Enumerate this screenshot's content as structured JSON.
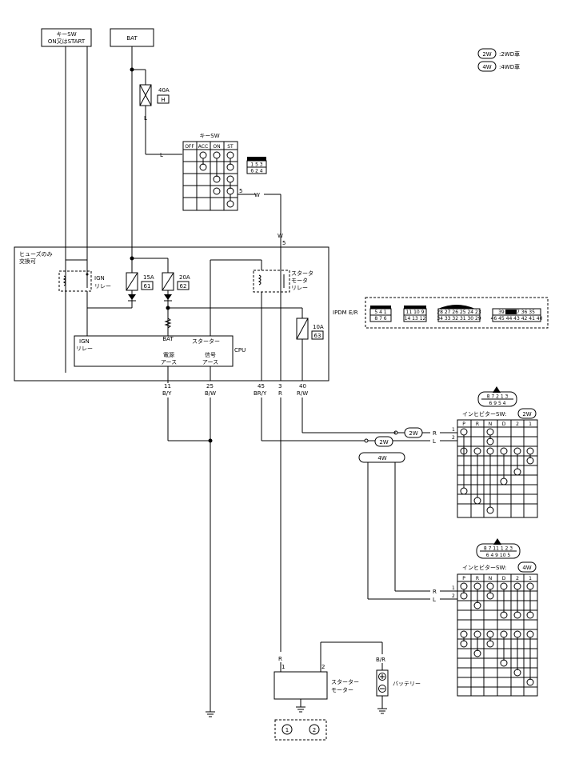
{
  "boxes": {
    "key_sw": {
      "line1": "キーSW",
      "line2": "ON又はSTART"
    },
    "bat": "BAT"
  },
  "legend": {
    "w2_badge": "2W",
    "w2_text": ":2WD車",
    "w4_badge": "4W",
    "w4_text": ":4WD車"
  },
  "fuse_40a": {
    "rating": "40A",
    "code": "H"
  },
  "wires": {
    "L1": "L",
    "L2": "L",
    "W": "W",
    "W2": "W",
    "five_a": "5",
    "five_b": "5",
    "bottom": [
      {
        "pin": "11",
        "color": "B/Y"
      },
      {
        "pin": "25",
        "color": "B/W"
      },
      {
        "pin": "45",
        "color": "BR/Y"
      },
      {
        "pin": "3",
        "color": "R"
      },
      {
        "pin": "40",
        "color": "R/W"
      }
    ],
    "starter_R": "R",
    "starter_BR": "B/R",
    "starter_pin1": "1",
    "starter_pin2": "2"
  },
  "key_switch": {
    "title": "キーSW",
    "columns": [
      "OFF",
      "ACC",
      "ON",
      "ST"
    ]
  },
  "key_connector": {
    "top": "1 5 3",
    "bottom": "6 2 4"
  },
  "ipdm": {
    "note_line1": "ヒューズのみ",
    "note_line2": "交換可",
    "ign_relay_1": "IGN",
    "ign_relay_2": "リレー",
    "fuse15": {
      "rating": "15A",
      "code": "61"
    },
    "fuse20": {
      "rating": "20A",
      "code": "62"
    },
    "starter_relay_1": "スタータ",
    "starter_relay_2": "モータ",
    "starter_relay_3": "リレー",
    "fuse10": {
      "rating": "10A",
      "code": "63"
    },
    "label": "IPDM E/R",
    "bat": "BAT",
    "cpu_ign_1": "IGN",
    "cpu_ign_2": "リレー",
    "cpu_starter": "スターター",
    "cpu": "CPU",
    "power_1": "電源",
    "power_2": "アース",
    "signal_1": "信号",
    "signal_2": "アース"
  },
  "ipdm_connectors": [
    {
      "top": "5 4 1",
      "bottom": "8 7 6"
    },
    {
      "top": "11 10 9",
      "bottom": "14 13 12"
    },
    {
      "top": "28 27 26 25 24 23",
      "bottom": "34 33 32 31 30 29"
    },
    {
      "top": "39 38 37 36 35",
      "bottom": "46 45 44 43 42 41 40"
    }
  ],
  "inhibitor_2w": {
    "title": "インヒビターSW:",
    "badge": "2W",
    "connector_top": "8 7 2 1 3",
    "connector_bottom": "6 9 5 4",
    "columns": [
      "P",
      "R",
      "N",
      "D",
      "2",
      "1"
    ],
    "R": "R",
    "L": "L",
    "pin1": "1",
    "pin2": "2",
    "badge_r": "2W",
    "badge_l": "2W",
    "badge_4w": "4W"
  },
  "inhibitor_4w": {
    "title": "インヒビターSW:",
    "badge": "4W",
    "connector_top": "8 7 11 1 2 3",
    "connector_bottom": "6 4 9 10 5",
    "columns": [
      "P",
      "R",
      "N",
      "D",
      "2",
      "1"
    ],
    "R": "R",
    "L": "L",
    "pin1": "1",
    "pin2": "2"
  },
  "starter_motor": {
    "line1": "スターター",
    "line2": "モーター"
  },
  "battery": "バッテリー",
  "bottom_connector": {
    "a": "1",
    "b": "2"
  }
}
